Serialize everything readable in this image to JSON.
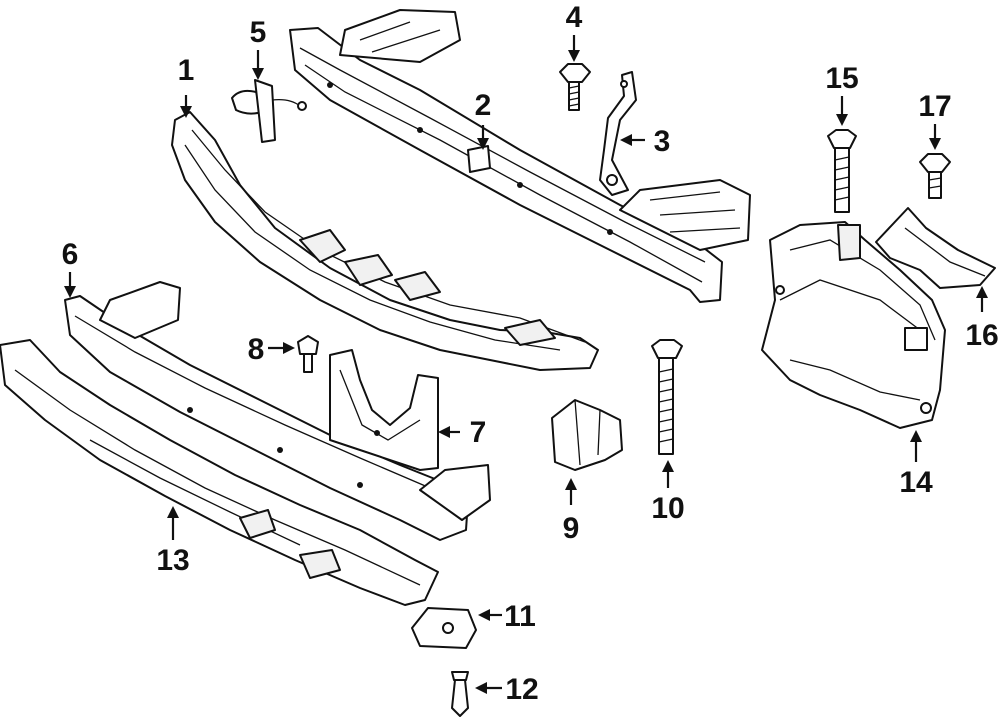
{
  "colors": {
    "ink": "#111111",
    "paper": "#ffffff",
    "shade": "#f1f1f1"
  },
  "callouts": [
    {
      "id": "c1",
      "label": "1"
    },
    {
      "id": "c2",
      "label": "2"
    },
    {
      "id": "c3",
      "label": "3"
    },
    {
      "id": "c4",
      "label": "4"
    },
    {
      "id": "c5",
      "label": "5"
    },
    {
      "id": "c6",
      "label": "6"
    },
    {
      "id": "c7",
      "label": "7"
    },
    {
      "id": "c8",
      "label": "8"
    },
    {
      "id": "c9",
      "label": "9"
    },
    {
      "id": "c10",
      "label": "10"
    },
    {
      "id": "c11",
      "label": "11"
    },
    {
      "id": "c12",
      "label": "12"
    },
    {
      "id": "c13",
      "label": "13"
    },
    {
      "id": "c14",
      "label": "14"
    },
    {
      "id": "c15",
      "label": "15"
    },
    {
      "id": "c16",
      "label": "16"
    },
    {
      "id": "c17",
      "label": "17"
    }
  ]
}
